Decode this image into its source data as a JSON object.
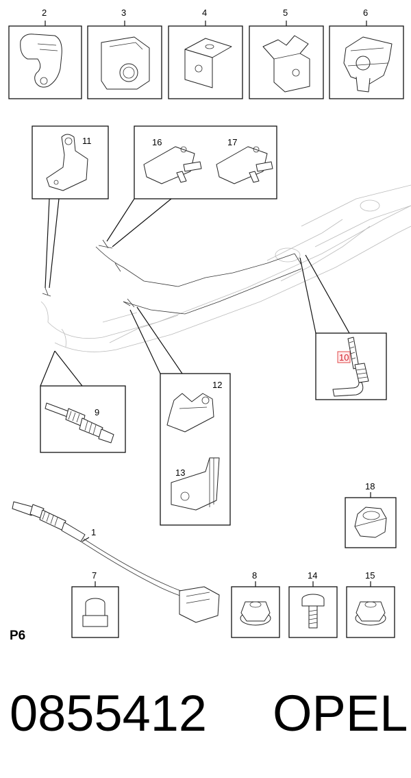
{
  "callouts": {
    "c1": "1",
    "c2": "2",
    "c3": "3",
    "c4": "4",
    "c5": "5",
    "c6": "6",
    "c7": "7",
    "c8": "8",
    "c9": "9",
    "c10": "10",
    "c11": "11",
    "c12": "12",
    "c13": "13",
    "c14": "14",
    "c15": "15",
    "c16": "16",
    "c17": "17",
    "c18": "18"
  },
  "highlighted_callout": "10",
  "highlight_color": "#e24a4a",
  "sheet_label": "P6",
  "part_number": "0855412",
  "brand": "OPEL"
}
